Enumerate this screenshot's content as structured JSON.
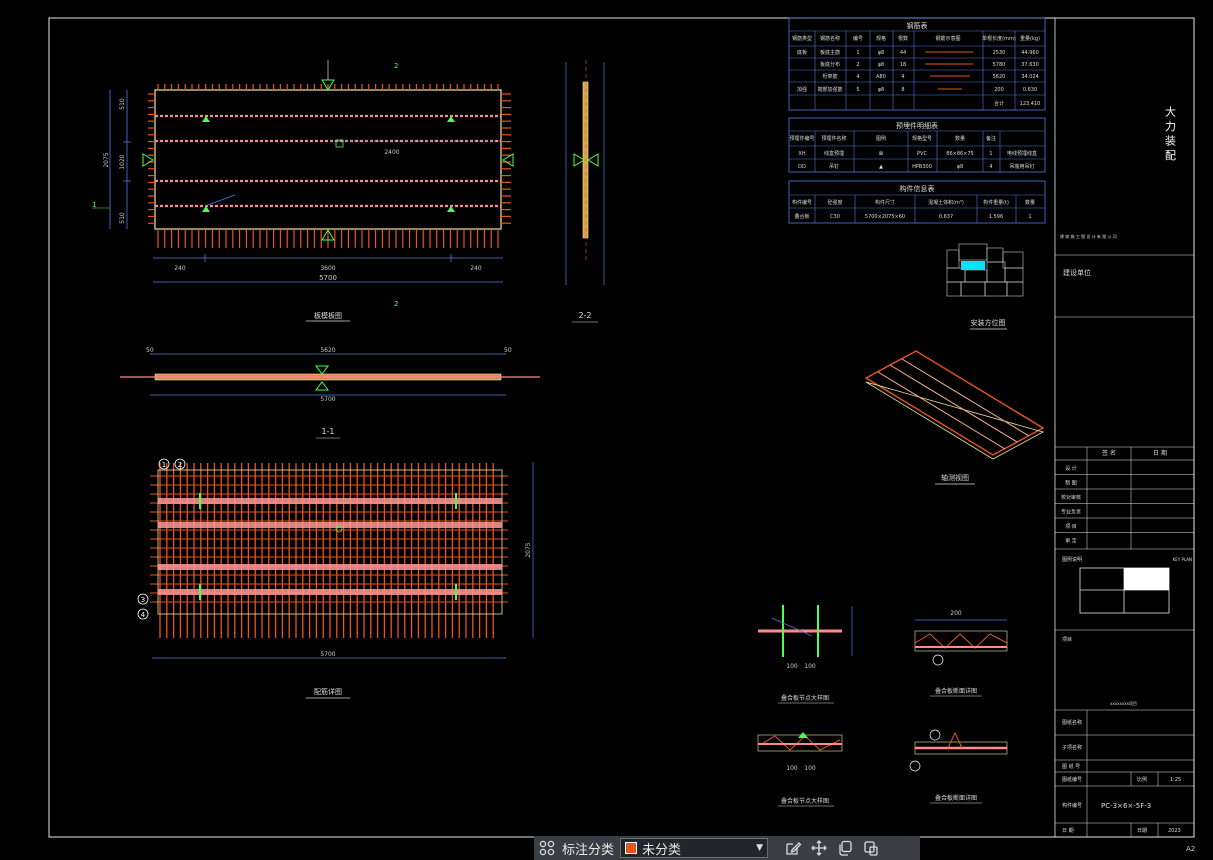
{
  "drawing": {
    "plan_view_title": "板模板图",
    "section_11_label": "1-1",
    "section_22_label": "2-2",
    "rebar_view_title": "配筋详图",
    "install_position_title": "安装方位图",
    "axon_title": "轴测视图",
    "detail1_title": "叠合板节点大样图",
    "detail2_title": "叠合板断面详图",
    "detail3_title": "叠合板节点大样图",
    "detail4_title": "叠合板断面详图",
    "dimensions": {
      "plan_total_width": "5700",
      "plan_mid": "3600",
      "plan_left": "240",
      "plan_right": "240",
      "plan_height_total": "2075",
      "plan_seg1": "510",
      "plan_seg2": "1020",
      "plan_seg3": "510",
      "plan_arrow_label": "2400",
      "section_top": "5620",
      "section_bottom": "5700",
      "section_left": "50",
      "section_right": "50",
      "rebar_total": "5700",
      "rebar_right_total": "2075",
      "detail_200": "200",
      "detail_100": "100",
      "section_marker": "2",
      "plan_marker": "1"
    },
    "bubbles": [
      "1",
      "2",
      "3",
      "4"
    ]
  },
  "tables": {
    "rebar_table_title": "钢筋表",
    "embed_table_title": "预埋件明细表",
    "component_table_title": "构件信息表",
    "rebar_headers": [
      "钢筋类型",
      "钢筋名称",
      "编号",
      "规格",
      "根数",
      "钢筋示意图",
      "单根长度(mm)",
      "重量(kg)"
    ],
    "rebar_rows": [
      [
        "底板",
        "板底主筋",
        "1",
        "φ8",
        "44",
        "",
        "2530",
        "44.960"
      ],
      [
        "",
        "板底分布",
        "2",
        "φ8",
        "18",
        "",
        "5780",
        "37.630"
      ],
      [
        "",
        "桁架筋",
        "4",
        "A80",
        "4",
        "",
        "5620",
        "34.024"
      ],
      [
        "加强",
        "端部加强筋",
        "5",
        "φ8",
        "8",
        "",
        "200",
        "0.630"
      ],
      [
        "",
        "",
        "",
        "",
        "",
        "",
        "合计",
        "123.410"
      ]
    ],
    "embed_headers": [
      "预埋件编号",
      "预埋件名称",
      "图例",
      "规格型号",
      "数量",
      "备注"
    ],
    "embed_rows": [
      [
        "XH",
        "线盒预埋",
        "⊠",
        "PVC",
        "86×86×75",
        "1",
        "电线预埋线盒"
      ],
      [
        "DD",
        "吊钉",
        "▲",
        "HPB300",
        "φ8",
        "4",
        "吊装用吊钉"
      ]
    ],
    "component_headers": [
      "构件编号",
      "砼强度",
      "构件尺寸",
      "混凝土体积(m³)",
      "构件重量(t)",
      "数量"
    ],
    "component_rows": [
      [
        "叠合板",
        "C30",
        "5700×2075×60",
        "0.637",
        "1.596",
        "1"
      ]
    ]
  },
  "title_block": {
    "stamp": "大 力 装 配",
    "company_small": "建 筑 施 工 图 设 计 有 限 公 司",
    "design_unit": "建设单位",
    "sig_header": [
      "签 名",
      "日 期"
    ],
    "sig_rows": [
      "设 计",
      "制 图",
      "校对审核",
      "专业负责",
      "项 目",
      "审 定"
    ],
    "key_label": "图例说明",
    "key_right": "KEY PLAN",
    "project_label": "项目",
    "project_name": "xxxxxxxx项目",
    "drawing_name_label": "图纸名称",
    "sub_name_label": "子项名称",
    "drawing_no_label": "图 纸 号",
    "sheet_label": "图纸编号",
    "scale_label": "比例",
    "scale_value": "1:25",
    "code_label": "构件编号",
    "code_value": "PC-3×6×-5F-3",
    "date_label": "日 期",
    "year_label": "日期",
    "year_value": "2023"
  },
  "toolbar": {
    "category_label": "标注分类",
    "category_value": "未分类",
    "swatch_color": "#e8551c"
  },
  "corner_text": "A2"
}
